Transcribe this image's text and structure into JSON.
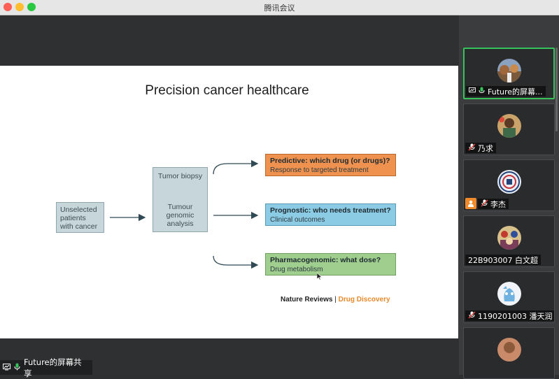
{
  "window": {
    "title": "腾讯会议"
  },
  "slide": {
    "title": "Precision cancer healthcare",
    "unselected_label": [
      "Unselected",
      "patients",
      "with cancer"
    ],
    "biopsy_label": "Tumor biopsy",
    "analysis_label": [
      "Tumour",
      "genomic",
      "analysis"
    ],
    "outcomes": [
      {
        "heading": "Predictive: which drug (or drugs)?",
        "sub": "Response to targeted treatment",
        "color": "#f0924f"
      },
      {
        "heading": "Prognostic: who needs treatment?",
        "sub": "Clinical outcomes",
        "color": "#8ccbe4"
      },
      {
        "heading": "Pharmacogenomic: what dose?",
        "sub": "Drug metabolism",
        "color": "#9fce8e"
      }
    ],
    "credit": {
      "journal": "Nature Reviews",
      "separator": "|",
      "section": "Drug Discovery"
    }
  },
  "share_bar": {
    "label": "Future的屏幕共享",
    "icon": "screen-share-icon"
  },
  "participants": [
    {
      "name": "Future的屏幕...",
      "active": true,
      "sharing": true,
      "mic": "on"
    },
    {
      "name": "乃求",
      "active": false,
      "mic": "muted"
    },
    {
      "name": "李杰",
      "active": false,
      "mic": "muted",
      "badge": "person-icon"
    },
    {
      "name": "22B903007 白文超",
      "active": false,
      "mic": "none"
    },
    {
      "name": "1190201003 潘天润",
      "active": false,
      "mic": "muted"
    }
  ],
  "colors": {
    "active_border": "#35c35a",
    "accent_orange": "#e88a2a"
  }
}
